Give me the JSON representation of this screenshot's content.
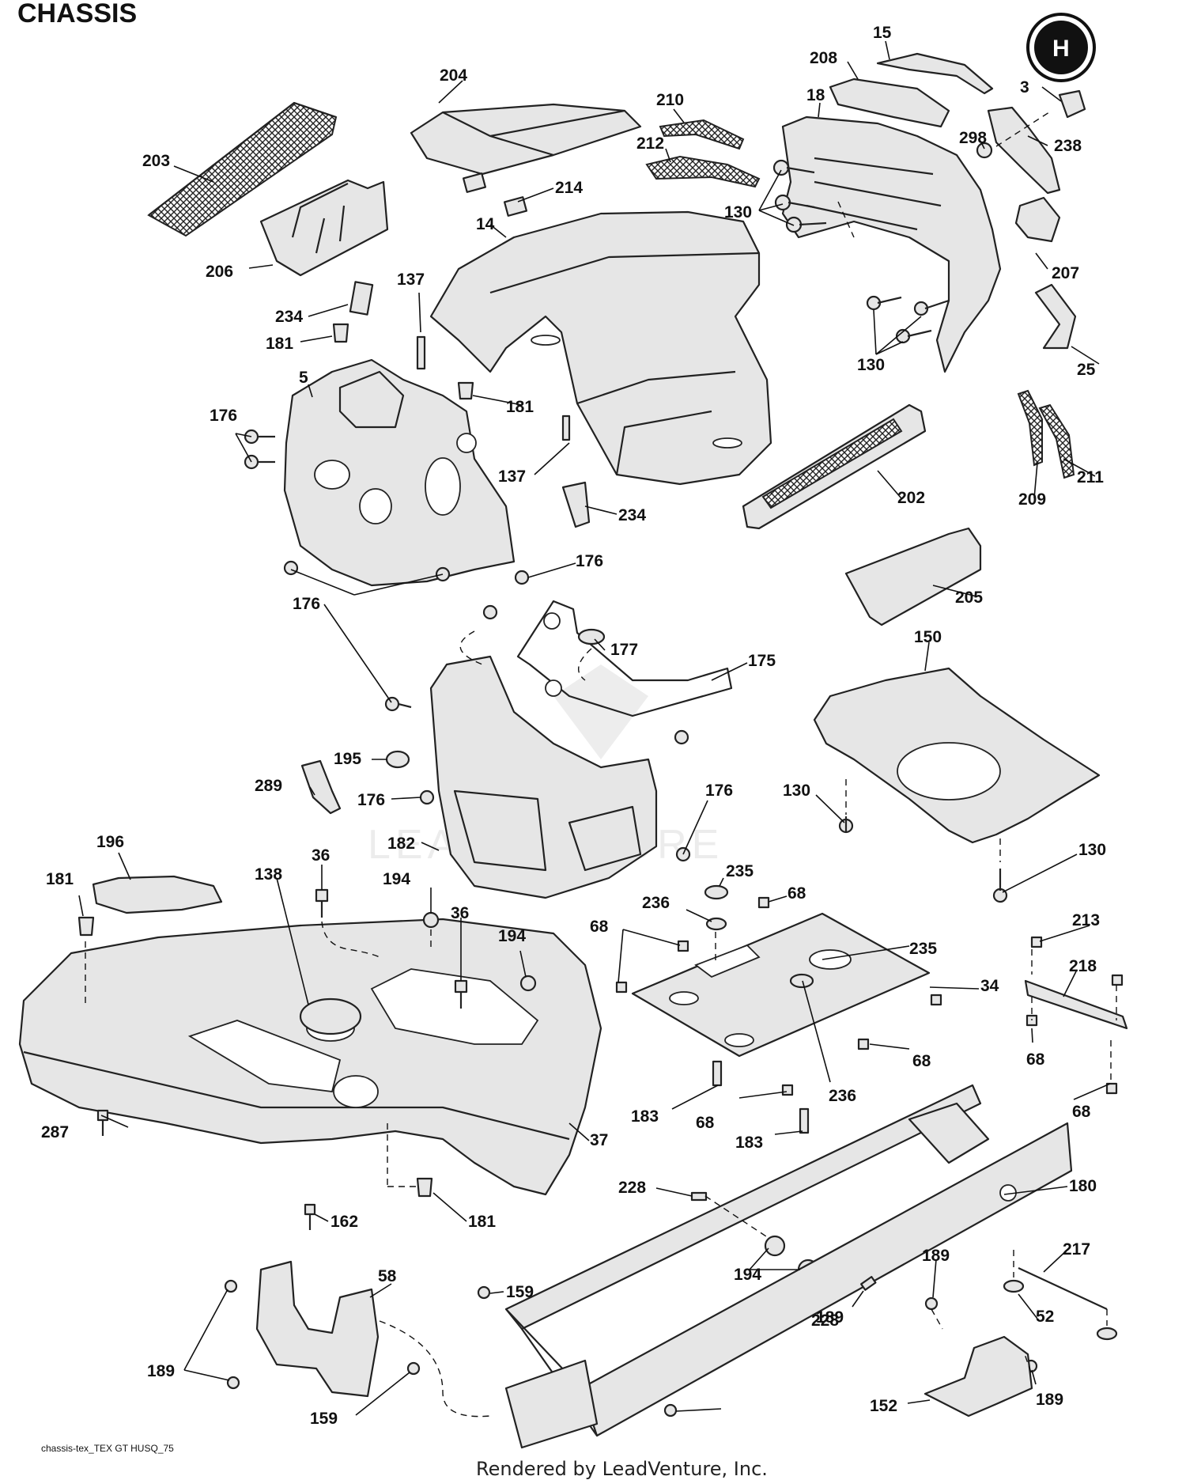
{
  "sheet_title": "CHASSIS",
  "brand_logo_letter": "H",
  "watermark_text": "LEADVENTURE",
  "footer": {
    "file_label": "chassis-tex_TEX GT HUSQ_75",
    "credit": "Rendered by LeadVenture, Inc."
  },
  "callouts": [
    "204",
    "15",
    "208",
    "3",
    "18",
    "210",
    "212",
    "298",
    "238",
    "203",
    "214",
    "130",
    "14",
    "207",
    "206",
    "137",
    "234",
    "181",
    "130",
    "25",
    "5",
    "181",
    "176",
    "137",
    "234",
    "202",
    "209",
    "211",
    "176",
    "176",
    "205",
    "150",
    "177",
    "175",
    "195",
    "289",
    "176",
    "176",
    "130",
    "182",
    "130",
    "196",
    "36",
    "181",
    "138",
    "194",
    "36",
    "235",
    "194",
    "236",
    "68",
    "68",
    "235",
    "213",
    "218",
    "34",
    "68",
    "68",
    "236",
    "183",
    "68",
    "183",
    "68",
    "287",
    "37",
    "228",
    "180",
    "162",
    "181",
    "58",
    "194",
    "217",
    "189",
    "159",
    "52",
    "189",
    "228",
    "152",
    "189",
    "189",
    "159"
  ]
}
